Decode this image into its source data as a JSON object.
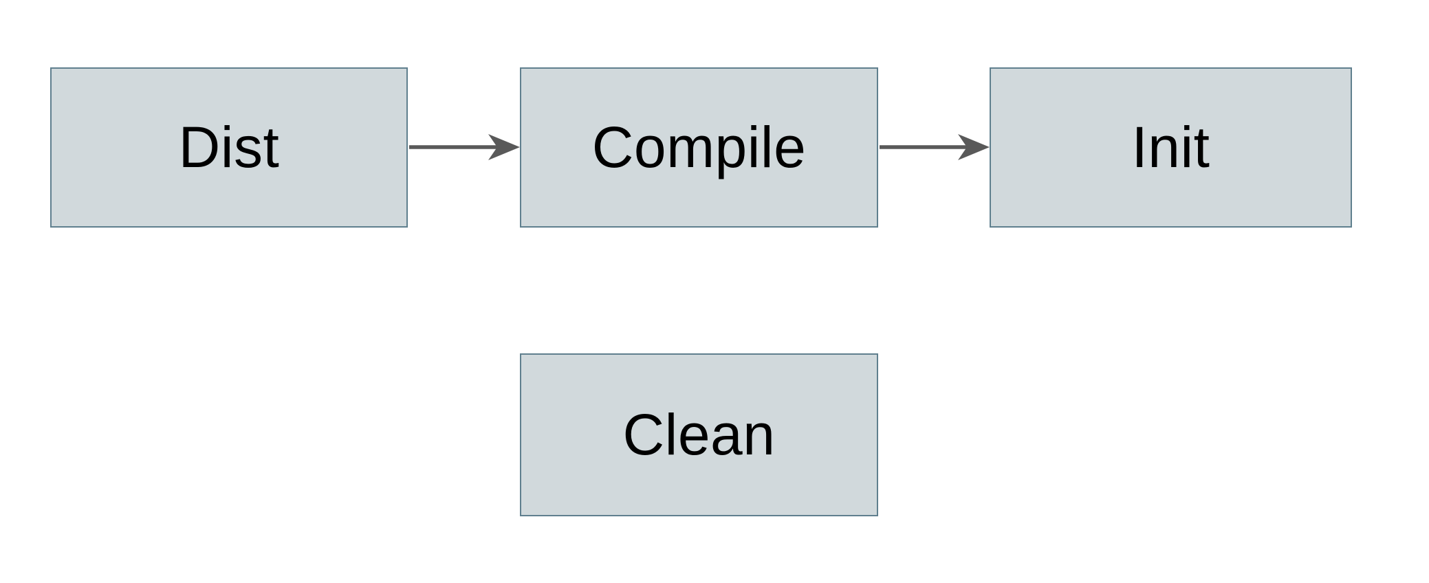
{
  "diagram": {
    "title": "build-tasks-flowchart",
    "nodes": [
      {
        "id": "dist",
        "label": "Dist"
      },
      {
        "id": "compile",
        "label": "Compile"
      },
      {
        "id": "init",
        "label": "Init"
      },
      {
        "id": "clean",
        "label": "Clean"
      }
    ],
    "edges": [
      {
        "from": "dist",
        "to": "compile",
        "direction": "right"
      },
      {
        "from": "compile",
        "to": "init",
        "direction": "right"
      }
    ],
    "colors": {
      "canvas_bg": "#ffffff",
      "node_fill": "#d1d9dc",
      "node_border": "#5f7f8e",
      "arrow": "#595959",
      "text": "#000000"
    }
  }
}
